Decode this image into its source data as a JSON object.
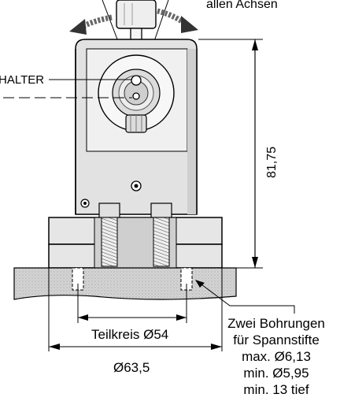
{
  "top_note": "allen Achsen",
  "holder_label": "HALTER",
  "height_dim": "81,75",
  "pitch_circle_dim": "Teilkreis Ø54",
  "outer_dim": "Ø63,5",
  "holes_note": [
    "Zwei Bohrungen",
    "für Spannstifte",
    "max. Ø6,13",
    "min. Ø5,95",
    "min. 13 tief"
  ]
}
